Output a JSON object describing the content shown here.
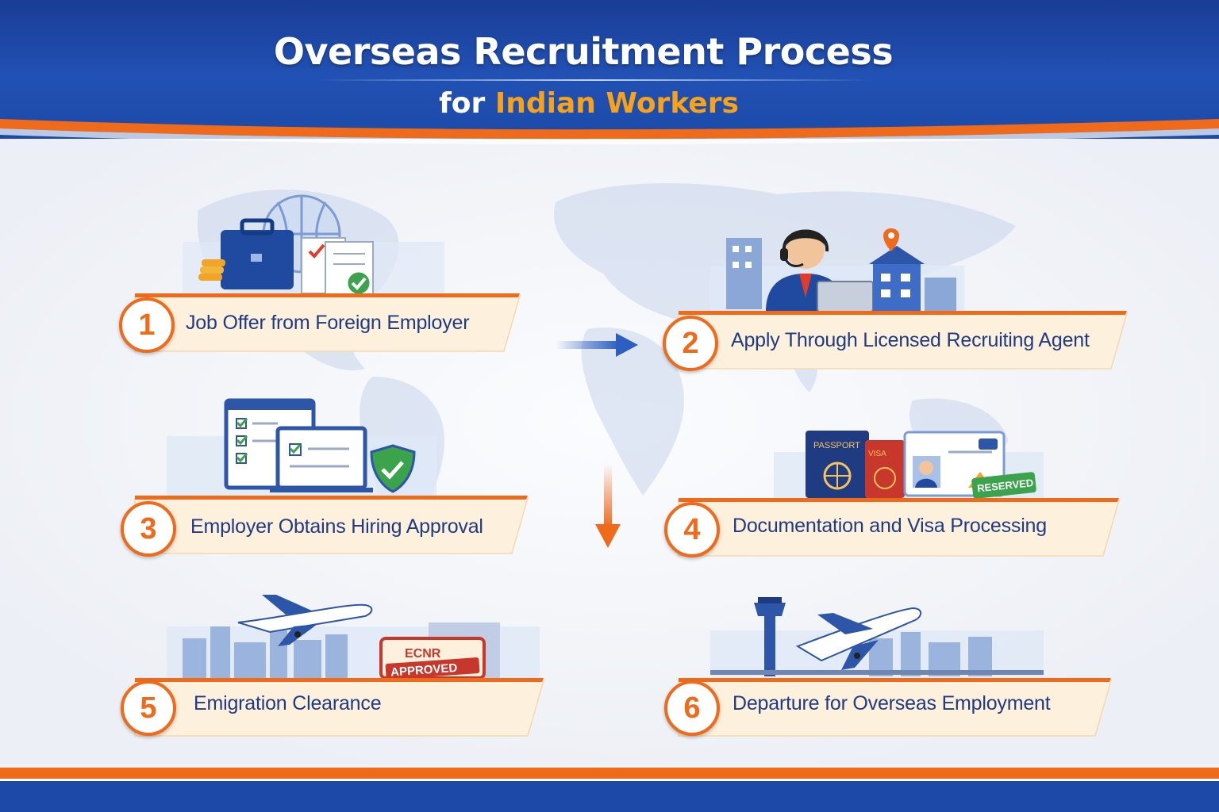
{
  "header": {
    "title": "Overseas Recruitment Process",
    "subtitle_prefix": "for",
    "subtitle_highlight": "Indian Workers"
  },
  "steps": [
    {
      "number": "1",
      "label": "Job Offer from Foreign Employer",
      "icon": "briefcase-globe-documents-icon"
    },
    {
      "number": "2",
      "label": "Apply Through Licensed Recruiting Agent",
      "icon": "agent-headset-laptop-icon"
    },
    {
      "number": "3",
      "label": "Employer Obtains Hiring Approval",
      "icon": "approval-checklist-shield-icon"
    },
    {
      "number": "4",
      "label": "Documentation and Visa Processing",
      "icon": "passport-visa-id-icon"
    },
    {
      "number": "5",
      "label": "Emigration Clearance",
      "icon": "airplane-city-stamp-icon"
    },
    {
      "number": "6",
      "label": "Departure for Overseas Employment",
      "icon": "airplane-airport-tower-icon"
    }
  ],
  "illustrations": {
    "passport_text": "PASSPORT",
    "visa_text": "VISA",
    "reserved_text": "RESERVED",
    "ecnr_text": "ECNR",
    "approved_text": "APPROVED"
  },
  "colors": {
    "header_blue": "#1d4aa8",
    "accent_orange": "#f06a1c",
    "highlight_gold": "#f6a21a",
    "label_navy": "#1f3b82",
    "banner_cream": "#fdf0dc"
  }
}
